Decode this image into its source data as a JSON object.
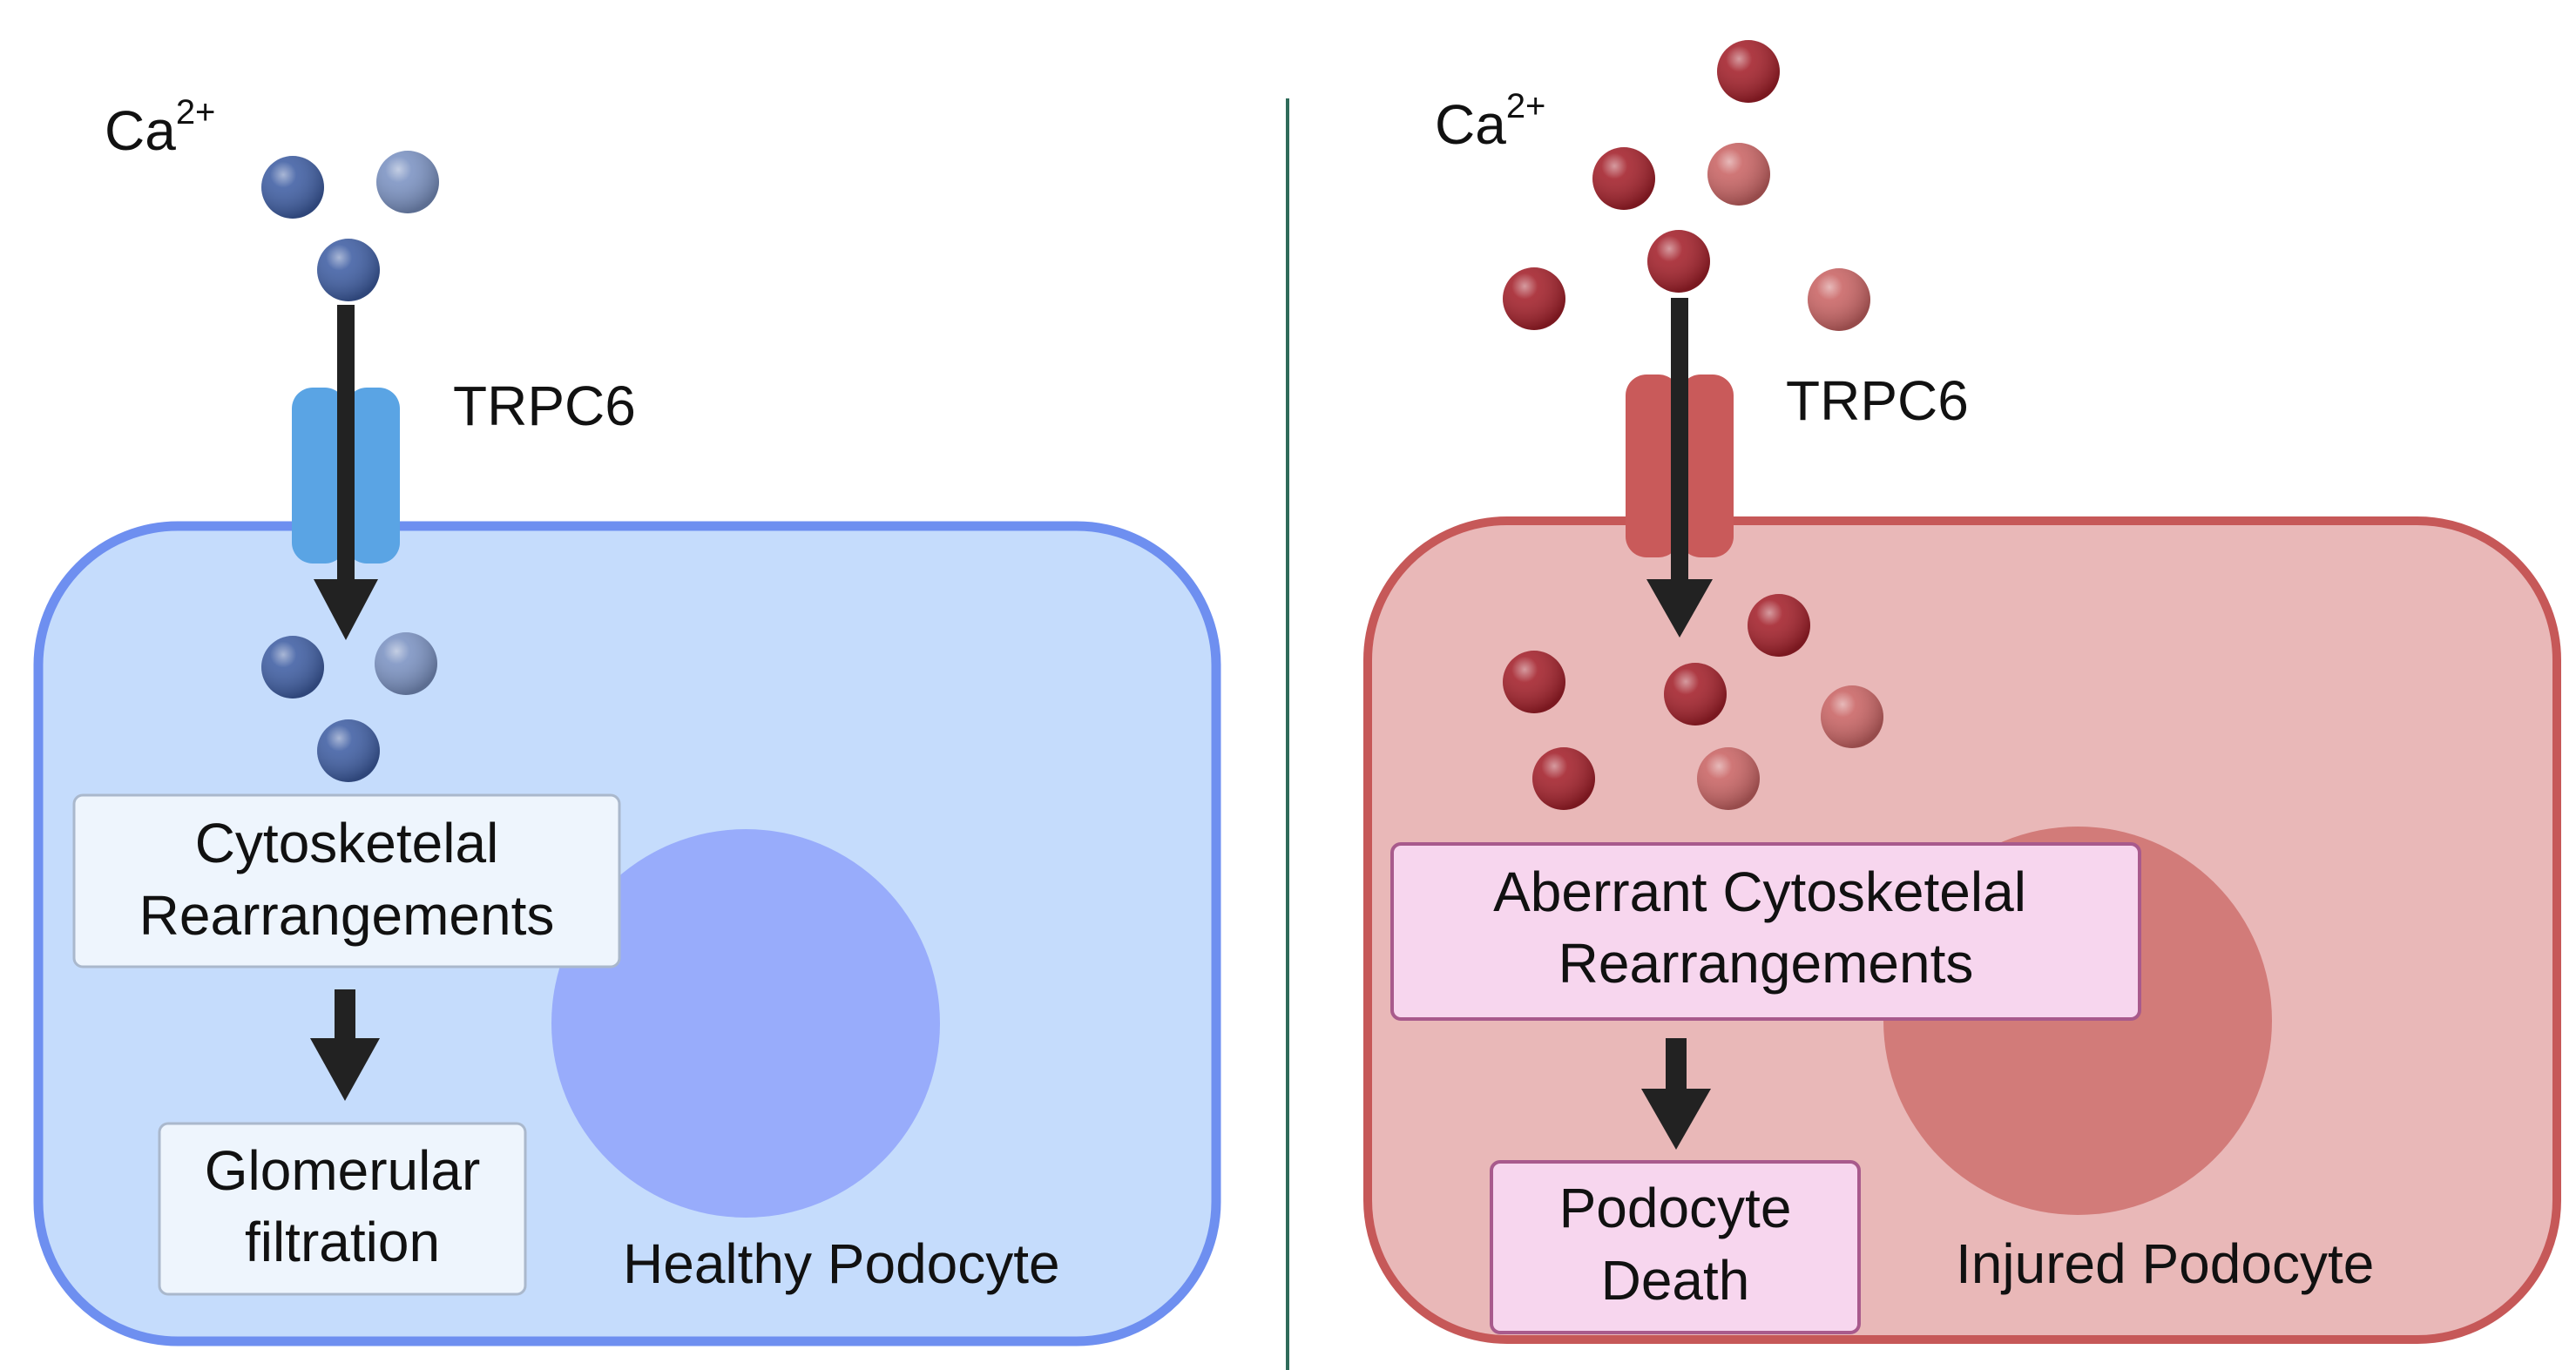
{
  "left_panel": {
    "ion_label": "Ca",
    "ion_charge": "2+",
    "channel_label": "TRPC6",
    "box1_line1": "Cytosketelal",
    "box1_line2": "Rearrangements",
    "box2_line1": "Glomerular",
    "box2_line2": "filtration",
    "cell_label": "Healthy Podocyte",
    "colors": {
      "cell_fill": "#c5dcfc",
      "cell_stroke": "#6e8ff0",
      "nucleus": "#98acfb",
      "channel": "#5aa4e4",
      "ion_dark": "#3f5ea3",
      "ion_light": "#7b92c2",
      "box_fill": "#eef5fd",
      "box_stroke": "#aab8cc"
    }
  },
  "right_panel": {
    "ion_label": "Ca",
    "ion_charge": "2+",
    "channel_label": "TRPC6",
    "box1_line1": "Aberrant Cytosketelal",
    "box1_line2": "Rearrangements",
    "box2_line1": "Podocyte",
    "box2_line2": "Death",
    "cell_label": "Injured Podocyte",
    "colors": {
      "cell_fill": "#e9b8b8",
      "cell_stroke": "#c65858",
      "nucleus": "#d27b79",
      "channel": "#c95a5a",
      "ion_dark": "#a3202a",
      "ion_light": "#c96464",
      "box_fill": "#f7d6ee",
      "box_stroke": "#a85a8c"
    }
  },
  "divider_color": "#2f6b5a",
  "arrow_color": "#222222"
}
